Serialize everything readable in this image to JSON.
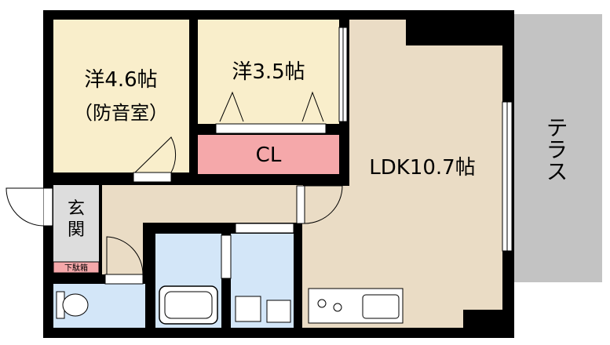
{
  "floorplan": {
    "rooms": {
      "western_1_label": "洋4.6帖",
      "western_1_note": "（防音室）",
      "western_2_label": "洋3.5帖",
      "closet_label": "CL",
      "ldk_label": "LDK10.7帖",
      "terrace_label": "テラス",
      "entrance_label_top": "玄",
      "entrance_label_bottom": "関",
      "shoe_box_label": "下駄箱"
    },
    "colors": {
      "room_fill": "#f9eecb",
      "ldk_fill": "#eadcc5",
      "closet_fill": "#f5a8aa",
      "wet_area_fill": "#d3e6f8",
      "terrace_fill": "#c3c3c3",
      "wall": "#000000"
    }
  }
}
